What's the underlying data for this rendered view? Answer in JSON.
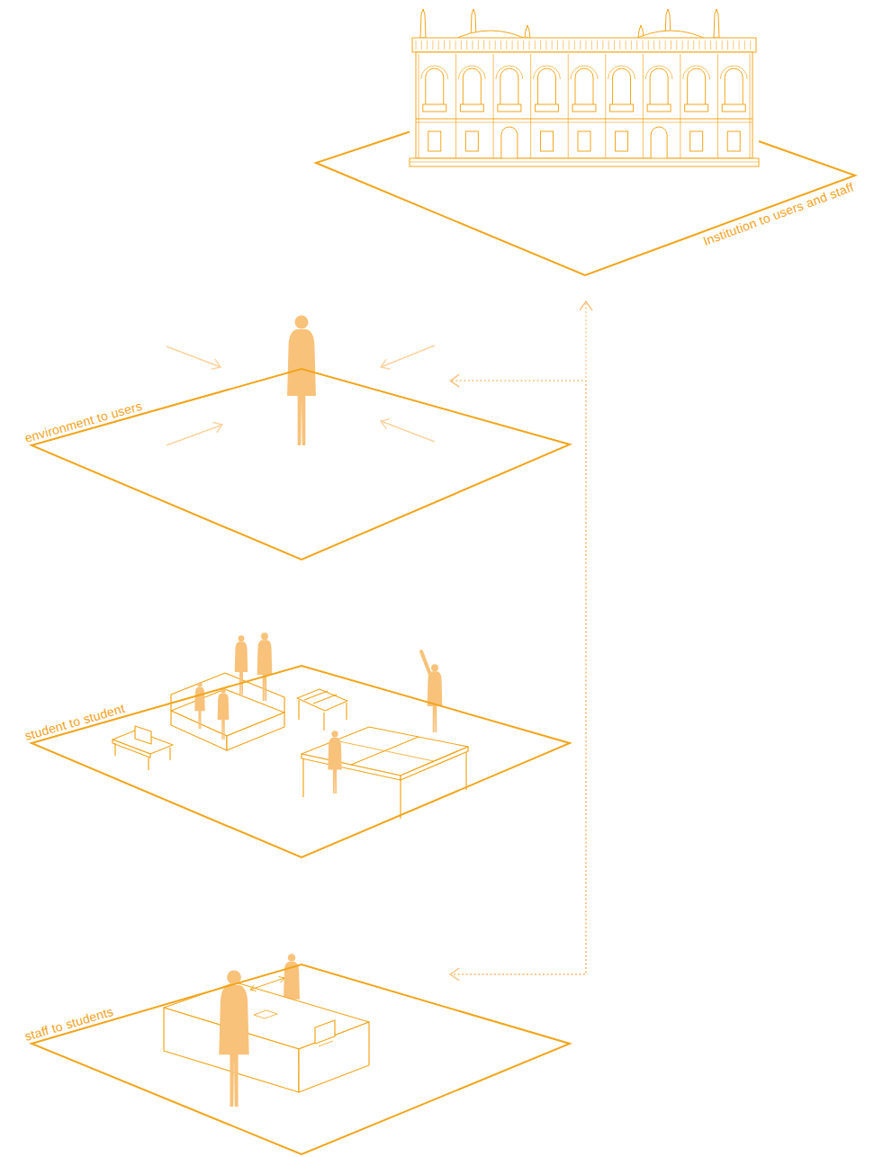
{
  "diagram": {
    "nodes": [
      {
        "text": [
          "Institution to users and staff"
        ]
      },
      {
        "text": [
          "environment to users"
        ]
      },
      {
        "text": [
          "student to student"
        ]
      },
      {
        "text": [
          "staff to students"
        ]
      }
    ],
    "edges": [
      {
        "from": 3,
        "to": 0,
        "arrow": "both"
      },
      {
        "from": 3,
        "to": 1,
        "arrow": "to"
      }
    ]
  }
}
